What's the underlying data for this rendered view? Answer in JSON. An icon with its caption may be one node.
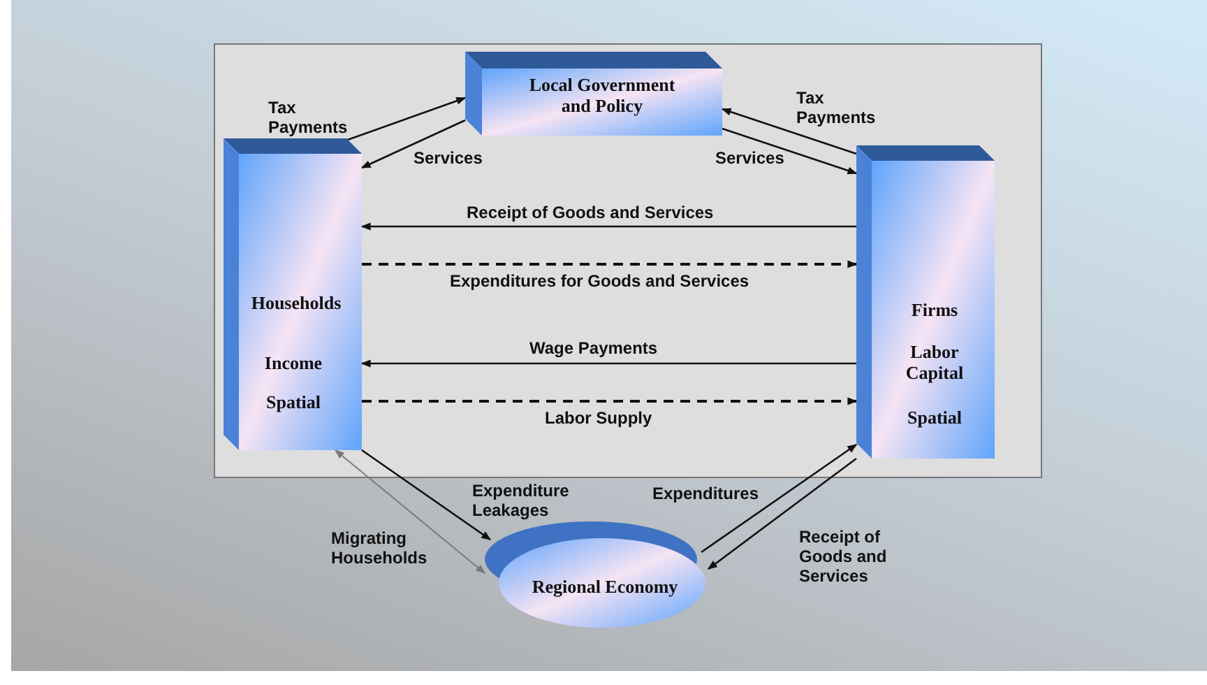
{
  "diagram": {
    "nodes": [
      {
        "text": [
          "Local Government and Policy"
        ]
      },
      {
        "text": [
          "Households",
          "Income",
          "Spatial"
        ]
      },
      {
        "text": [
          "Firms",
          "Labor Capital",
          "Spatial"
        ]
      },
      {
        "text": [
          "Regional Economy"
        ]
      }
    ],
    "edges": [
      {
        "from": 1,
        "to": 0,
        "arrow": "to",
        "label": "Tax Payments"
      },
      {
        "from": 0,
        "to": 1,
        "arrow": "to",
        "label": "Services"
      },
      {
        "from": 2,
        "to": 0,
        "arrow": "to",
        "label": "Tax Payments"
      },
      {
        "from": 0,
        "to": 2,
        "arrow": "to",
        "label": "Services"
      },
      {
        "from": 2,
        "to": 1,
        "arrow": "to",
        "label": "Receipt of Goods and Services"
      },
      {
        "from": 1,
        "to": 2,
        "arrow": "to",
        "label": "Expenditures for Goods and Services",
        "style": "dashed"
      },
      {
        "from": 2,
        "to": 1,
        "arrow": "to",
        "label": "Wage Payments"
      },
      {
        "from": 1,
        "to": 2,
        "arrow": "to",
        "label": "Labor Supply",
        "style": "dashed"
      },
      {
        "from": 1,
        "to": 3,
        "arrow": "to",
        "label": "Expenditure Leakages"
      },
      {
        "from": 3,
        "to": 2,
        "arrow": "to",
        "label": "Expenditures"
      },
      {
        "from": 2,
        "to": 3,
        "arrow": "to",
        "label": "Receipt of Goods and Services"
      },
      {
        "from": 1,
        "to": 3,
        "arrow": "both",
        "label": "Migrating Households",
        "color": "#7a7a7a"
      }
    ]
  }
}
